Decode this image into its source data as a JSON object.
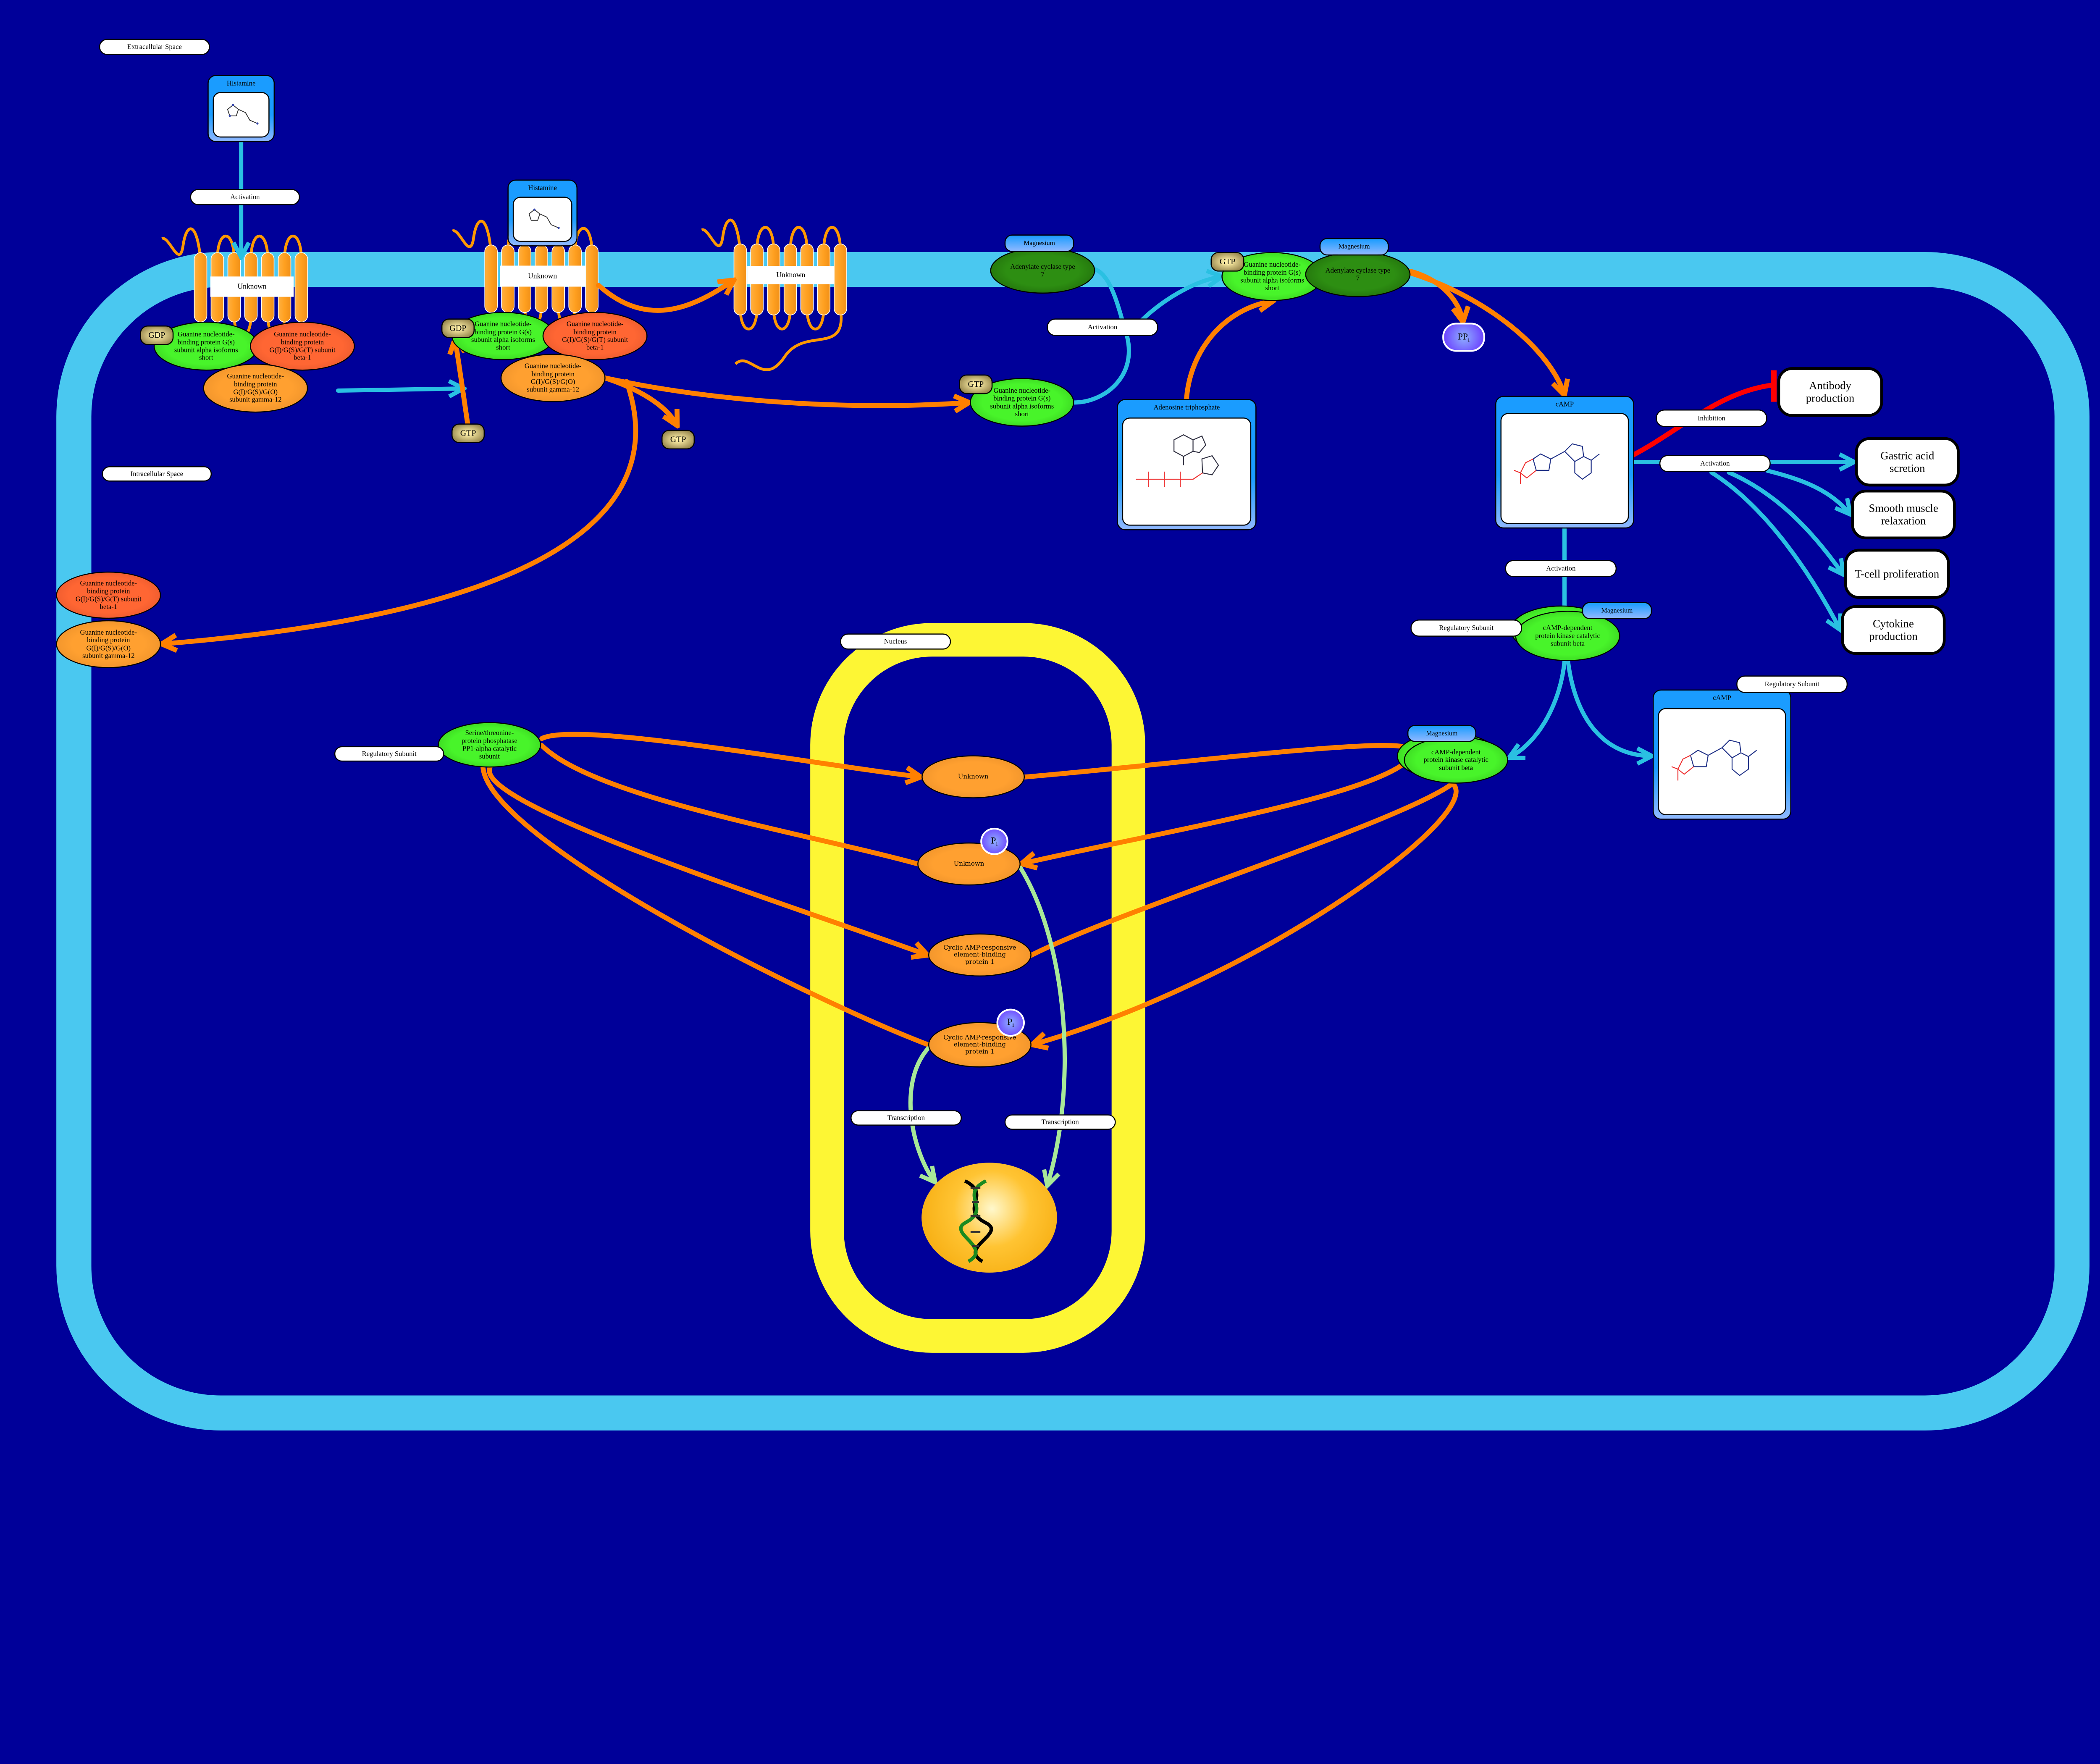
{
  "compartments": {
    "extracellular": "Extracellular Space",
    "intracellular": "Intracellular Space",
    "nucleus": "Nucleus"
  },
  "metabolites": {
    "histamine_1": "Histamine",
    "histamine_2": "Histamine",
    "atp": "Adenosine triphosphate",
    "camp_1": "cAMP",
    "camp_2": "cAMP",
    "ppi": {
      "main": "PP",
      "sub": "i"
    },
    "pi_1": {
      "main": "P",
      "sub": "i"
    },
    "pi_2": {
      "main": "P",
      "sub": "i"
    }
  },
  "nucleotides": {
    "gdp_1": "GDP",
    "gdp_2": "GDP",
    "gtp_free_1": "GTP",
    "gtp_free_2": "GTP",
    "gtp_bound_1": "GTP",
    "gtp_bound_2": "GTP"
  },
  "proteins": {
    "receptor_1": "Unknown",
    "receptor_2": "Unknown",
    "receptor_3": "Unknown",
    "gs_alpha_c1": "Guanine nucleotide-binding protein G(s) subunit alpha isoforms short",
    "gbeta_c1": "Guanine nucleotide-binding protein G(I)/G(S)/G(T) subunit beta-1",
    "ggamma_c1": "Guanine nucleotide-binding protein G(I)/G(S)/G(O) subunit gamma-12",
    "gs_alpha_c2": "Guanine nucleotide-binding protein G(s) subunit alpha isoforms short",
    "gbeta_c2": "Guanine nucleotide-binding protein G(I)/G(S)/G(T) subunit beta-1",
    "ggamma_c2": "Guanine nucleotide-binding protein G(I)/G(S)/G(O) subunit gamma-12",
    "gbeta_free": "Guanine nucleotide-binding protein G(I)/G(S)/G(T) subunit beta-1",
    "ggamma_free": "Guanine nucleotide-binding protein G(I)/G(S)/G(O) subunit gamma-12",
    "gs_alpha_gtp_1": "Guanine nucleotide-binding protein G(s) subunit alpha isoforms short",
    "gs_alpha_gtp_2": "Guanine nucleotide-binding protein G(s) subunit alpha isoforms short",
    "adenylate_cyclase_1": "Adenylate cyclase type 7",
    "adenylate_cyclase_2": "Adenylate cyclase type 7",
    "pka_1": "cAMP-dependent protein kinase catalytic subunit beta",
    "pka_2": "cAMP-dependent protein kinase catalytic subunit beta",
    "pp1": "Serine/threonine-protein phosphatase PP1-alpha catalytic subunit",
    "nuclear_unknown_1": "Unknown",
    "nuclear_unknown_2": "Unknown",
    "creb_1": "Cyclic AMP-responsive element-binding protein 1",
    "creb_2": "Cyclic AMP-responsive element-binding protein 1"
  },
  "modifiers": {
    "mg_1": "Magnesium",
    "mg_2": "Magnesium",
    "mg_3": "Magnesium",
    "mg_4": "Magnesium",
    "reg_subunit_pka_1": "Regulatory Subunit",
    "reg_subunit_pka_2": "Regulatory Subunit",
    "reg_subunit_pp1": "Regulatory Subunit"
  },
  "interactions": {
    "activation_histamine": "Activation",
    "activation_ac": "Activation",
    "activation_outcomes": "Activation",
    "activation_pka": "Activation",
    "inhibition": "Inhibition",
    "transcription_1": "Transcription",
    "transcription_2": "Transcription"
  },
  "outcomes": [
    "Antibody production",
    "Gastric acid scretion",
    "Smooth muscle relaxation",
    "T-cell proliferation",
    "Cytokine production"
  ],
  "colors": {
    "background": "#000099",
    "membrane": "#4ac8f0",
    "nucleus_envelope": "#fdf634",
    "conversion_edge": "#ff8000",
    "activation_edge": "#2ac0e2",
    "inhibition_edge": "#ff0000",
    "transcription_edge": "#a8e898"
  }
}
